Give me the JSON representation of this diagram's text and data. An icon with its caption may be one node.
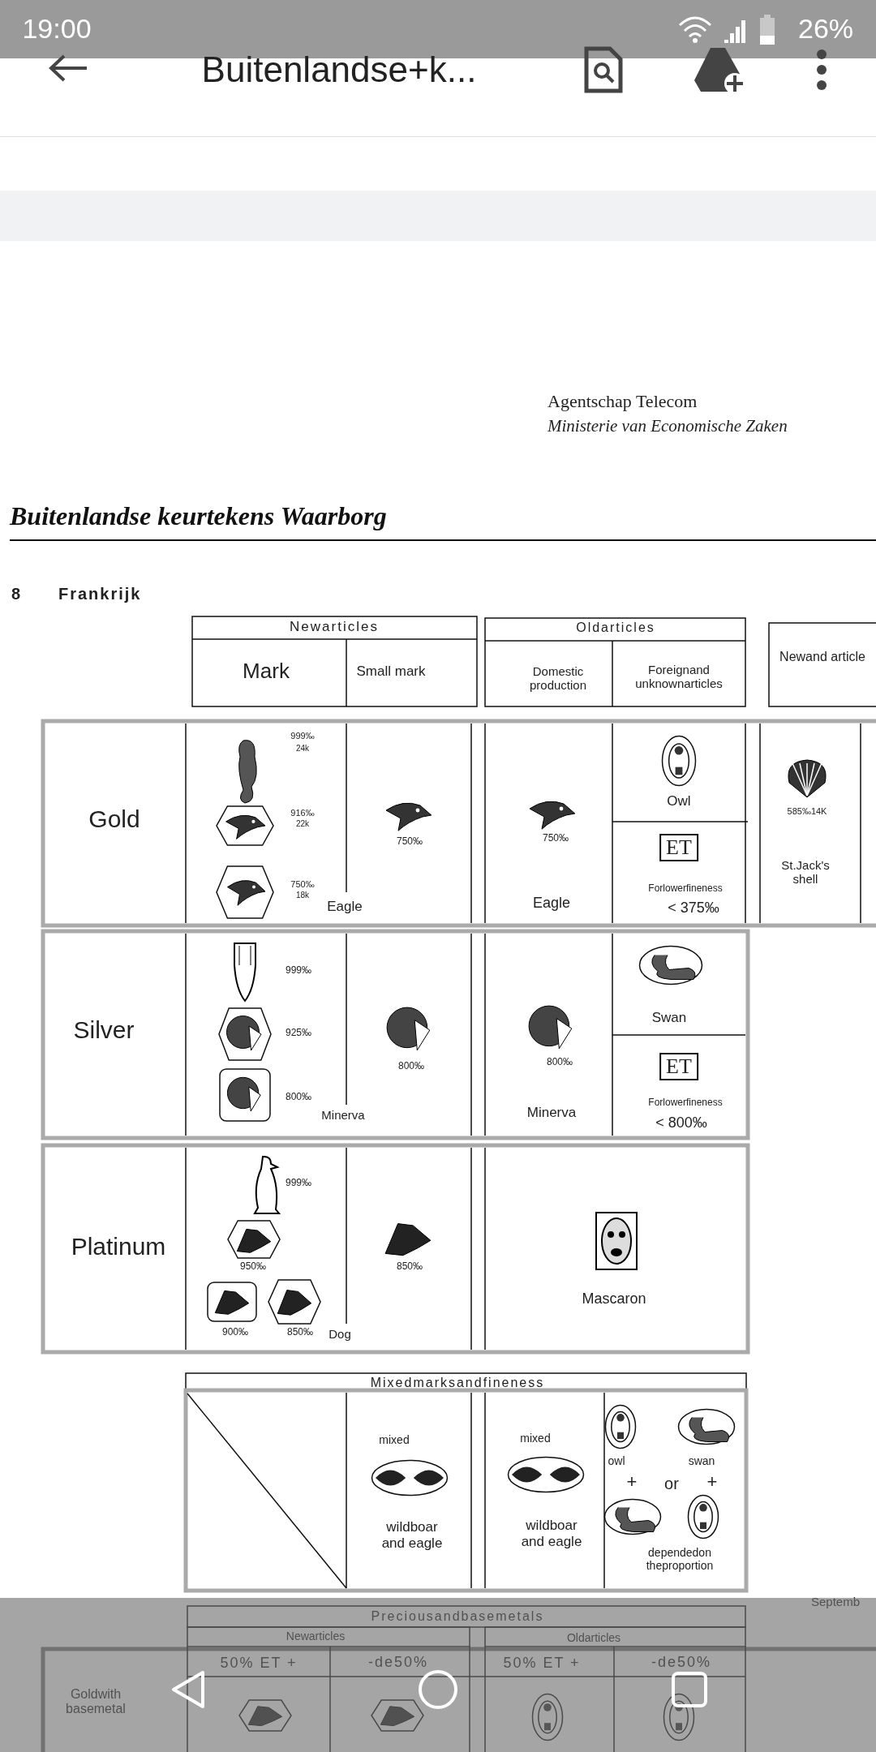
{
  "diagram": {
    "title": "Buitenlandse keurtekens Waarborg",
    "labels": [
      "19:00",
      "26%",
      "Buitenlandse+k...",
      "Agentschap Telecom",
      "Ministerie van Economische Zaken",
      "8",
      "Frankrijk",
      "Newarticles",
      "Mark",
      "Small mark",
      "Oldarticles",
      "Domestic production",
      "Foreignand unknownarticles",
      "Newand article",
      "Gold",
      "999‰",
      "24k",
      "916‰",
      "22k",
      "750‰",
      "18k",
      "Eagle",
      "750‰",
      "750‰",
      "Eagle",
      "Owl",
      "ET",
      "Forlowerfineness",
      "< 375‰",
      "585‰14K",
      "St.Jack's shell",
      "Silver",
      "999‰",
      "925‰",
      "800‰",
      "Minerva",
      "800‰",
      "800‰",
      "Minerva",
      "Swan",
      "ET",
      "Forlowerfineness",
      "< 800‰",
      "Platinum",
      "999‰",
      "950‰",
      "900‰",
      "850‰",
      "Dog",
      "850‰",
      "Mascaron",
      "Mixedmarksandfineness",
      "mixed",
      "wildboar and eagle",
      "mixed",
      "wildboar and eagle",
      "owl",
      "swan",
      "+",
      "or",
      "+",
      "dependedon theproportion",
      "Septemb",
      "Preciousandbasemetals",
      "Newarticles",
      "Oldarticles",
      "50% ET +",
      "-de50%",
      "50% ET +",
      "-de50%",
      "Goldwith basemetal"
    ]
  }
}
